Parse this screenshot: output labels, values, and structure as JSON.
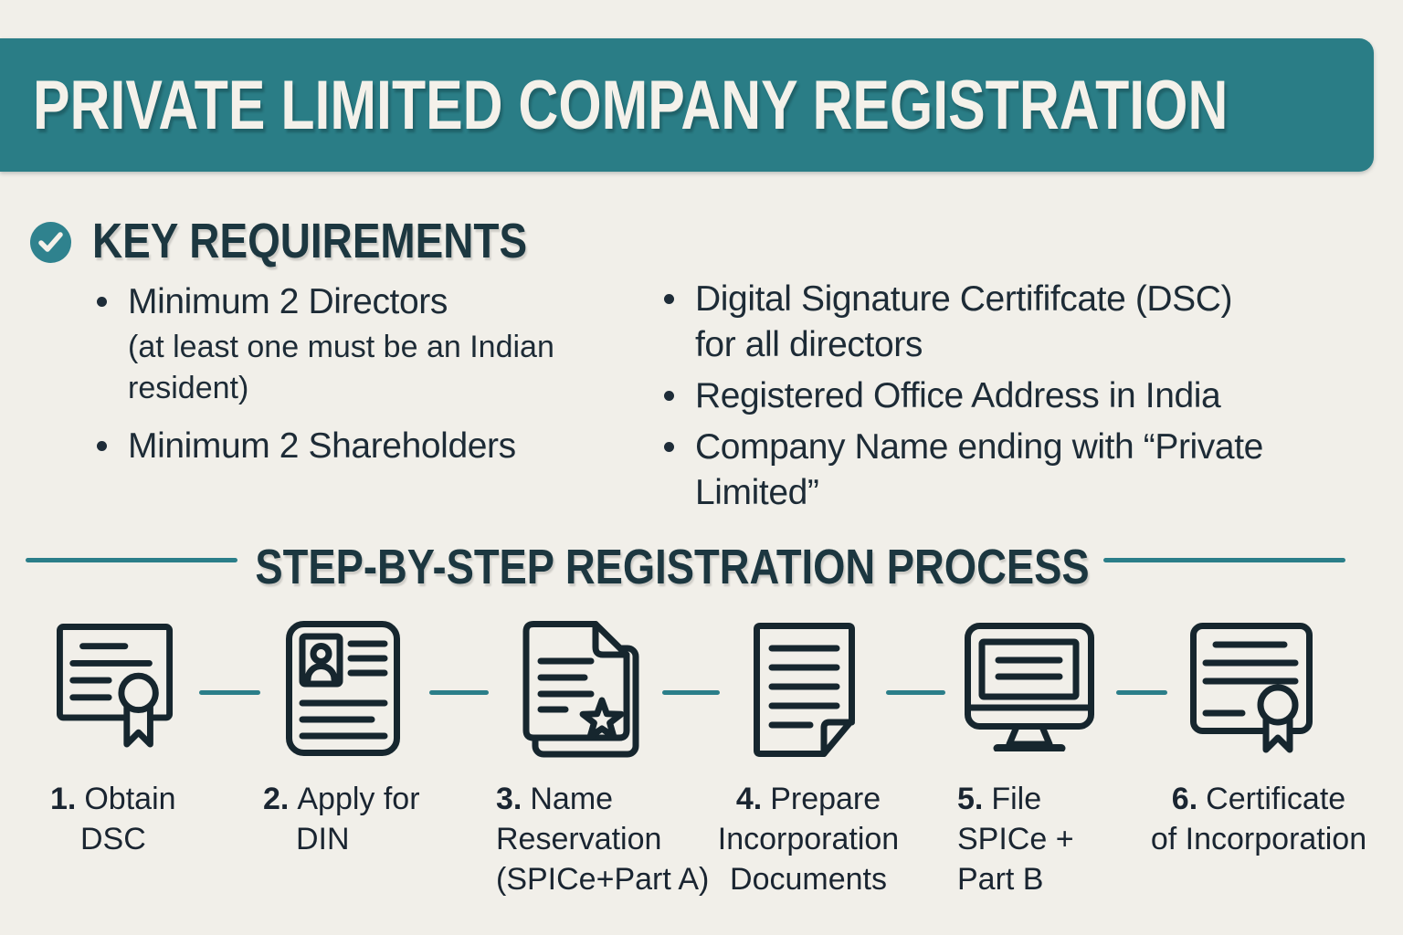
{
  "palette": {
    "background": "#f1efe9",
    "teal_accent": "#2a7d86",
    "dark_text": "#1c3740",
    "icon_stroke": "#16262e",
    "connector": "#2b7e89"
  },
  "header": {
    "title": "PRIVATE LIMITED COMPANY REGISTRATION"
  },
  "key_requirements": {
    "heading": "KEY REQUIREMENTS",
    "check_icon": "check-circle",
    "left_bullets": [
      {
        "text": "Minimum 2 Directors",
        "note": "(at least one must be an Indian\nresident)"
      },
      {
        "text": "Minimum 2 Shareholders",
        "note": ""
      }
    ],
    "right_bullets": [
      {
        "text": "Digital Signature Certififcate (DSC)\nfor all directors"
      },
      {
        "text": "Registered Office Address in India"
      },
      {
        "text": "Company Name ending with “Private\nLimited”"
      }
    ]
  },
  "process": {
    "heading": "STEP-BY-STEP REGISTRATION PROCESS",
    "steps": [
      {
        "num": "1.",
        "line1": "Obtain",
        "line2": "DSC",
        "line3": "",
        "icon": "certificate-ribbon"
      },
      {
        "num": "2.",
        "line1": "Apply for",
        "line2": "DIN",
        "line3": "",
        "icon": "id-card"
      },
      {
        "num": "3.",
        "line1": "Name",
        "line2": "Reservation",
        "line3": "(SPICe+Part A)",
        "icon": "documents-star"
      },
      {
        "num": "4.",
        "line1": "Prepare",
        "line2": "Incorporation",
        "line3": "Documents",
        "icon": "document"
      },
      {
        "num": "5.",
        "line1": "File",
        "line2": "SPICe +",
        "line3": "Part B",
        "icon": "computer-filing"
      },
      {
        "num": "6.",
        "line1": "Certificate",
        "line2": "of Incorporation",
        "line3": "",
        "icon": "certificate-seal"
      }
    ]
  }
}
